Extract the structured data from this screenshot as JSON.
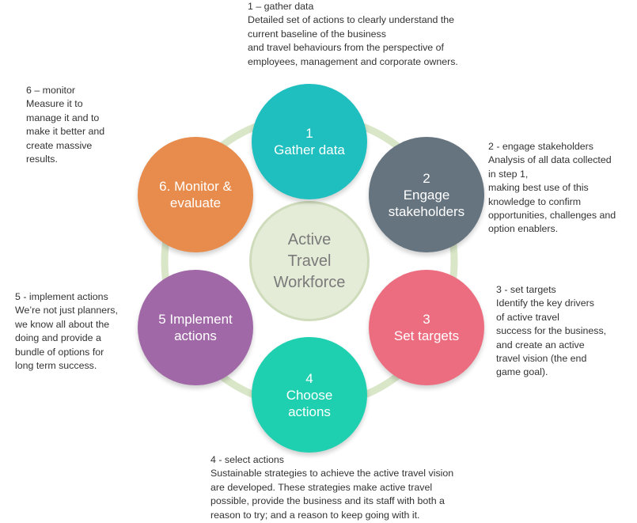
{
  "center": {
    "lines": [
      "Active",
      "Travel",
      "Workforce"
    ],
    "color": "#e4ecd8"
  },
  "ring_color": "#d9e6c8",
  "steps": [
    {
      "lines": [
        "1",
        "Gather data"
      ],
      "color": "#1fbfc0"
    },
    {
      "lines": [
        "2",
        "Engage",
        "stakeholders"
      ],
      "color": "#667480"
    },
    {
      "lines": [
        "3",
        "Set targets"
      ],
      "color": "#ec6d7f"
    },
    {
      "lines": [
        "4",
        "Choose",
        "actions"
      ],
      "color": "#1fd0b0"
    },
    {
      "lines": [
        "5 Implement",
        "actions"
      ],
      "color": "#a068a6"
    },
    {
      "lines": [
        "6. Monitor &",
        "evaluate"
      ],
      "color": "#e78c4c"
    }
  ],
  "notes": [
    {
      "lines": [
        "1 – gather data",
        "Detailed set of actions to clearly understand the",
        "current baseline of the business",
        "and travel behaviours from the perspective of",
        "employees, management and corporate owners."
      ]
    },
    {
      "lines": [
        "2  - engage stakeholders",
        "Analysis of all data collected",
        "in step 1,",
        "making best use of this",
        "knowledge to confirm",
        "opportunities, challenges and",
        "option enablers."
      ]
    },
    {
      "lines": [
        "3  - set targets",
        "Identify the key drivers",
        "of active travel",
        "success for the business,",
        "and create an active",
        "travel vision (the end",
        "game goal)."
      ]
    },
    {
      "lines": [
        "4  - select actions",
        "Sustainable strategies to achieve the active travel vision",
        "are developed.  These strategies make active travel",
        "possible, provide the  business and its staff with both a",
        "reason to try; and a reason to keep going with it."
      ]
    },
    {
      "lines": [
        "5  - implement actions",
        "We’re not just planners,",
        "we know all about the",
        "doing and provide a",
        "bundle of options for",
        "long term success."
      ]
    },
    {
      "lines": [
        "6 – monitor",
        "Measure it to",
        "manage it and to",
        "make it better and",
        "create massive",
        "results."
      ]
    }
  ]
}
